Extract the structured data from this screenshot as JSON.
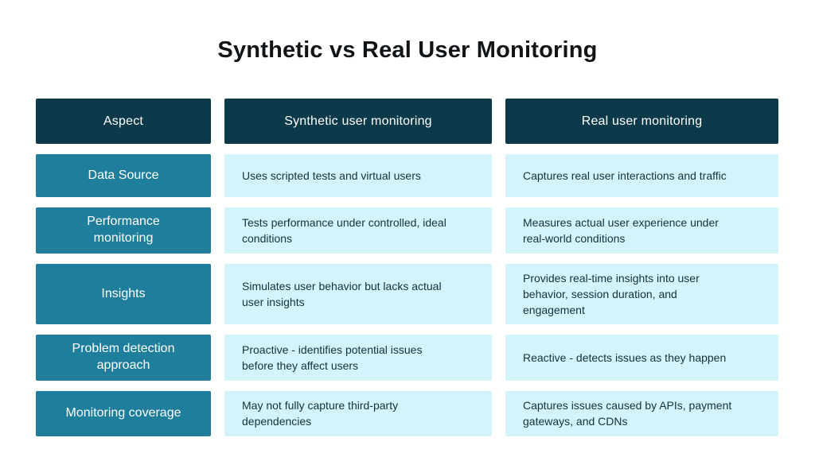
{
  "title": "Synthetic vs Real User Monitoring",
  "colors": {
    "header_bg": "#0d3a4a",
    "aspect_bg": "#1e7e9b",
    "cell_bg": "#d3f4fb",
    "header_text": "#ffffff",
    "body_text": "#16323d",
    "title_text": "#111417"
  },
  "table": {
    "headers": [
      "Aspect",
      "Synthetic user monitoring",
      "Real user monitoring"
    ],
    "rows": [
      {
        "aspect": "Data Source",
        "synthetic": "Uses scripted tests and virtual users",
        "real": "Captures real user interactions and traffic"
      },
      {
        "aspect": "Performance monitoring",
        "synthetic": "Tests performance under controlled, ideal conditions",
        "real": "Measures actual user experience under real-world conditions"
      },
      {
        "aspect": "Insights",
        "synthetic": "Simulates user behavior but lacks actual user insights",
        "real": "Provides real-time insights into user behavior, session duration, and engagement"
      },
      {
        "aspect": "Problem detection approach",
        "synthetic": "Proactive - identifies potential issues before they affect users",
        "real": "Reactive - detects issues as they happen"
      },
      {
        "aspect": "Monitoring coverage",
        "synthetic": "May not fully capture third-party dependencies",
        "real": "Captures issues caused by APIs, payment gateways, and CDNs"
      }
    ]
  }
}
